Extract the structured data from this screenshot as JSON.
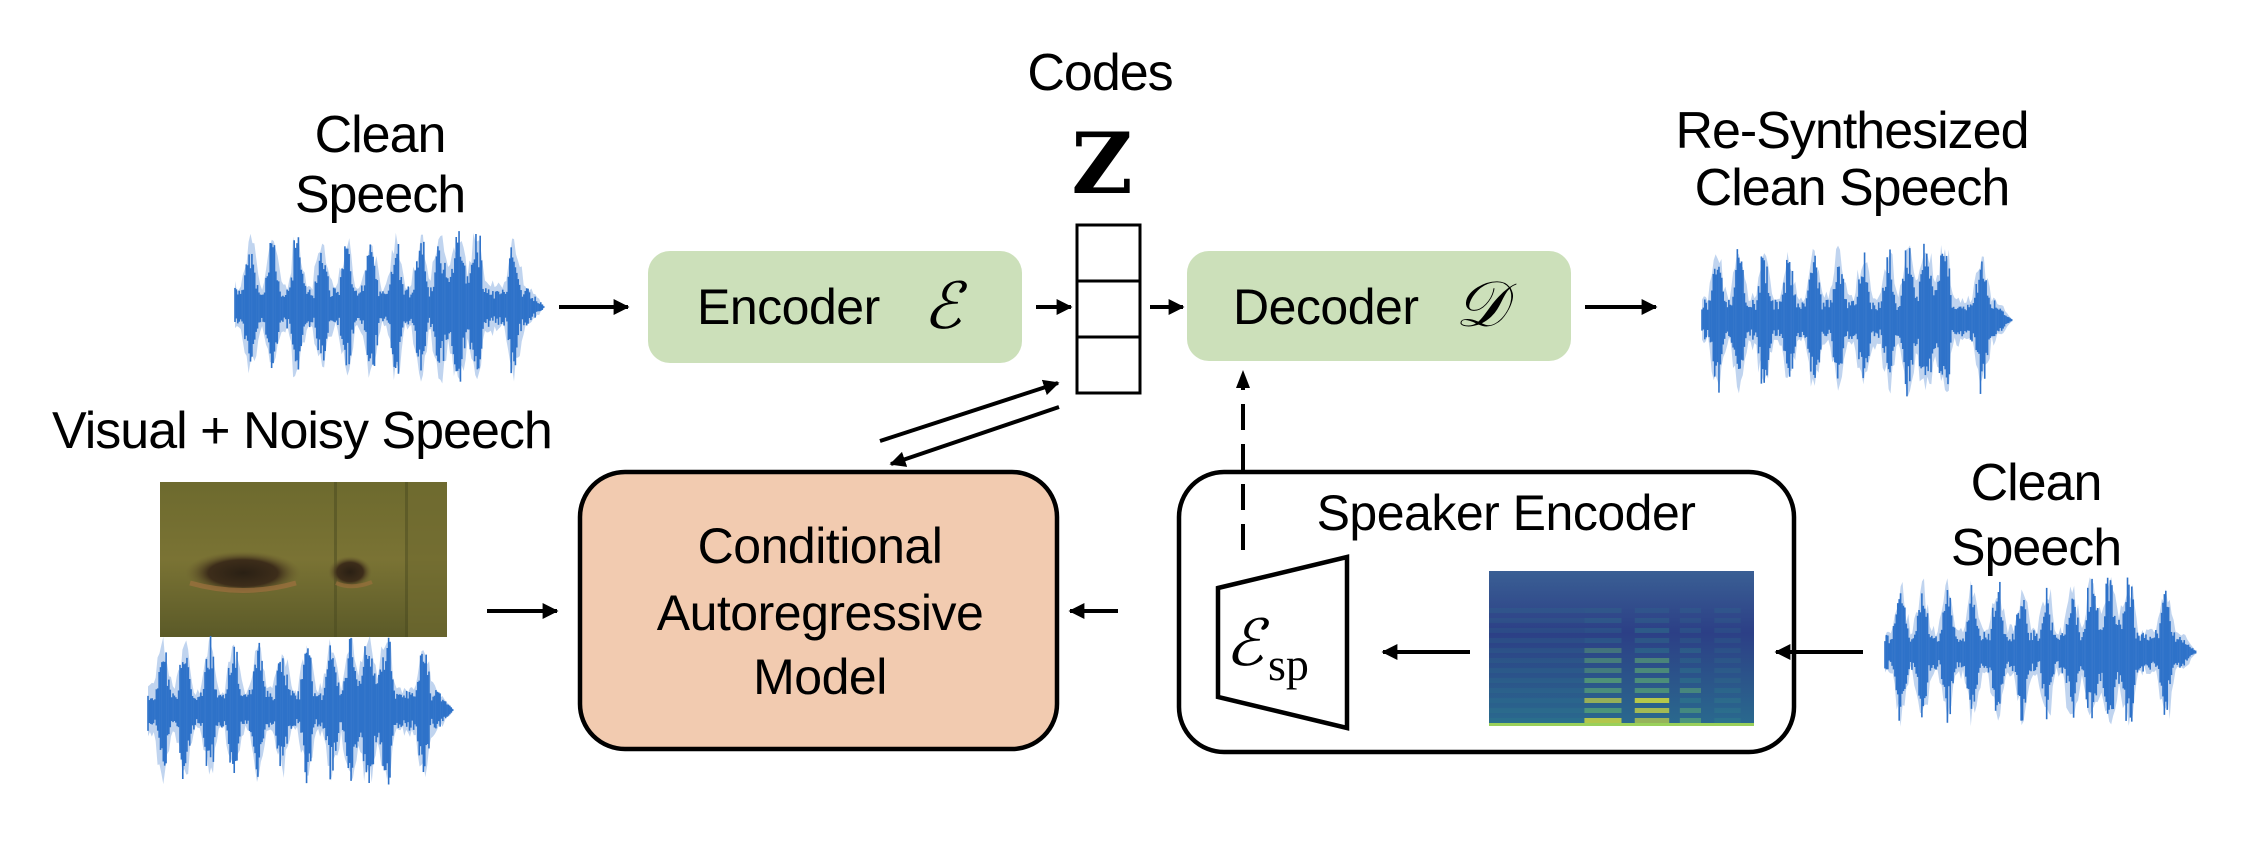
{
  "colors": {
    "encoder_fill": "#CCE0BA",
    "decoder_fill": "#CCE0BA",
    "car_fill": "#F2CBB0",
    "waveform": "#2E72C9",
    "stroke": "#000000"
  },
  "labels": {
    "clean_speech_top": [
      "Clean",
      "Speech"
    ],
    "codes": "Codes",
    "codes_symbol": "Z",
    "resynth": [
      "Re-Synthesized",
      "Clean Speech"
    ],
    "visual_noisy": "Visual + Noisy Speech",
    "clean_speech_right": [
      "Clean",
      "Speech"
    ]
  },
  "blocks": {
    "encoder": {
      "label": "Encoder",
      "symbol": "ℰ"
    },
    "decoder": {
      "label": "Decoder",
      "symbol": "𝒟"
    },
    "car": {
      "lines": [
        "Conditional",
        "Autoregressive",
        "Model"
      ]
    },
    "speaker_encoder": {
      "title": "Speaker Encoder",
      "symbol": "ℰ",
      "subscript": "sp"
    }
  },
  "codes_grid": {
    "cells": 3
  },
  "images": {
    "lip_frames": "mouth-region video frames",
    "spectrogram": "mel spectrogram"
  }
}
